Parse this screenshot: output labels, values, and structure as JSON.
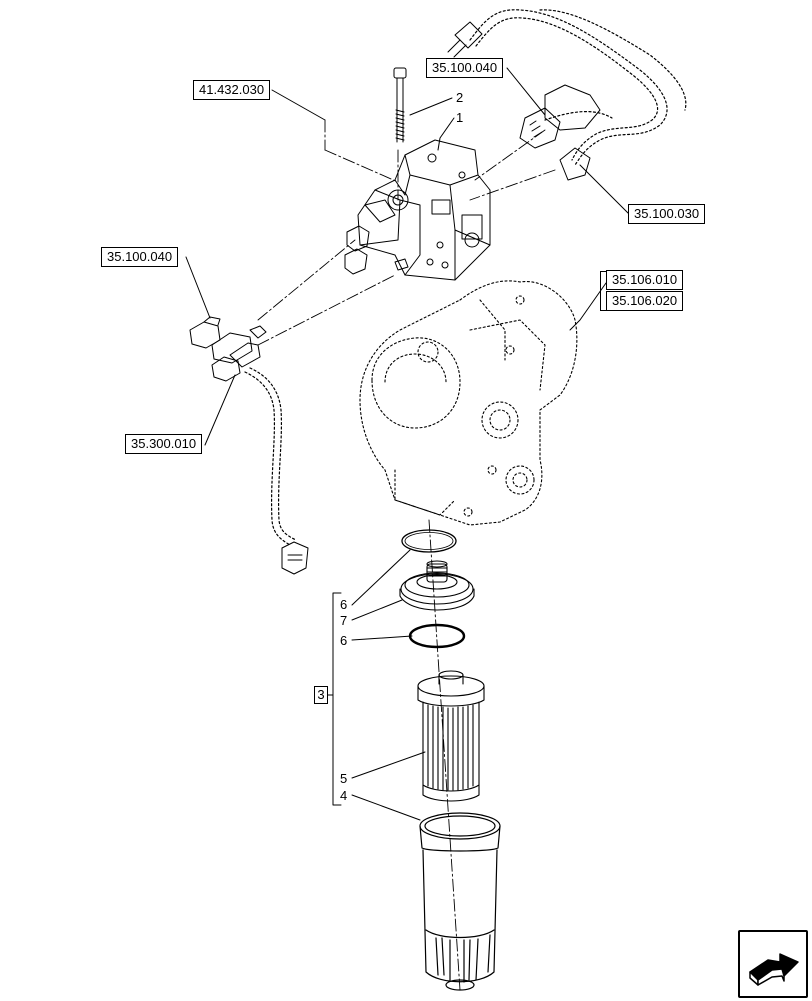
{
  "references": {
    "ref_41432030": "41.432.030",
    "ref_35100040_top": "35.100.040",
    "ref_35100030": "35.100.030",
    "ref_35100040_left": "35.100.040",
    "ref_35106010": "35.106.010",
    "ref_35106020": "35.106.020",
    "ref_35300010": "35.300.010"
  },
  "item_numbers": {
    "n1": "1",
    "n2": "2",
    "n6a": "6",
    "n7": "7",
    "n6b": "6",
    "n5": "5",
    "n4": "4",
    "group3": "3"
  },
  "icons": {
    "navigation": "arrow-navigation-icon"
  }
}
